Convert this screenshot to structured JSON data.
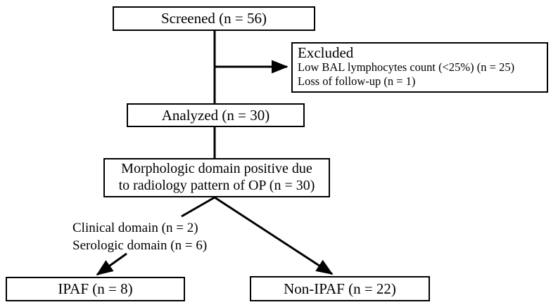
{
  "diagram": {
    "type": "study-flow-chart",
    "boxes": {
      "screened": {
        "label": "Screened (n = 56)"
      },
      "excluded": {
        "title": "Excluded",
        "lines": [
          "Low BAL lymphocytes count (<25%) (n = 25)",
          "Loss of follow-up (n = 1)"
        ]
      },
      "analyzed": {
        "label": "Analyzed (n = 30)"
      },
      "morphologic": {
        "line1": "Morphologic domain positive due",
        "line2": "to radiology pattern of OP (n = 30)"
      },
      "ipaf": {
        "label": "IPAF (n = 8)"
      },
      "non_ipaf": {
        "label": "Non-IPAF (n = 22)"
      }
    },
    "annotations": {
      "clinical_domain": "Clinical domain (n = 2)",
      "serologic_domain": "Serologic domain (n = 6)"
    },
    "colors": {
      "stroke": "#000000",
      "background": "#ffffff",
      "text": "#000000"
    }
  }
}
